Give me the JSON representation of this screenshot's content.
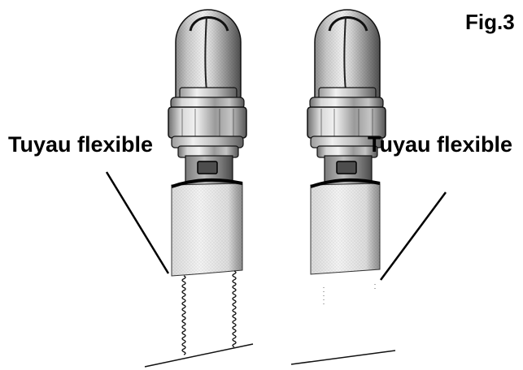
{
  "figure": {
    "label": "Fig.3"
  },
  "labels": {
    "left_hose": "Tuyau flexible",
    "right_hose": "Tuyau flexible"
  },
  "colors": {
    "ink": "#000000",
    "background": "#ffffff"
  }
}
